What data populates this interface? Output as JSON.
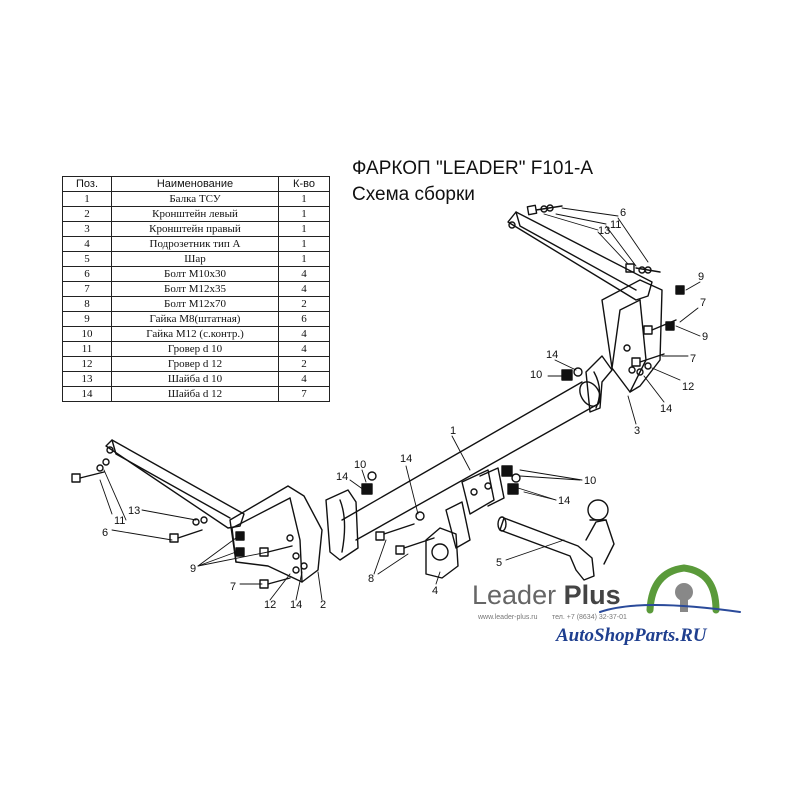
{
  "header": {
    "title": "ФАРКОП \"LEADER\" F101-A",
    "subtitle": "Схема сборки"
  },
  "parts_table": {
    "columns": [
      "Поз.",
      "Наименование",
      "К-во"
    ],
    "rows": [
      [
        "1",
        "Балка ТСУ",
        "1"
      ],
      [
        "2",
        "Кронштейн левый",
        "1"
      ],
      [
        "3",
        "Кронштейн правый",
        "1"
      ],
      [
        "4",
        "Подрозетник тип А",
        "1"
      ],
      [
        "5",
        "Шар",
        "1"
      ],
      [
        "6",
        "Болт М10х30",
        "4"
      ],
      [
        "7",
        "Болт М12х35",
        "4"
      ],
      [
        "8",
        "Болт М12х70",
        "2"
      ],
      [
        "9",
        "Гайка  М8(штатная)",
        "6"
      ],
      [
        "10",
        "Гайка М12 (с.контр.)",
        "4"
      ],
      [
        "11",
        "Гровер d 10",
        "4"
      ],
      [
        "12",
        "Гровер d 12",
        "2"
      ],
      [
        "13",
        "Шайба d 10",
        "4"
      ],
      [
        "14",
        "Шайба d 12",
        "7"
      ]
    ]
  },
  "callouts": {
    "c1": "1",
    "c2": "2",
    "c3": "3",
    "c4": "4",
    "c5": "5",
    "c6a": "6",
    "c6b": "6",
    "c7a": "7",
    "c7b": "7",
    "c7c": "7",
    "c8": "8",
    "c9a": "9",
    "c9b": "9",
    "c9c": "9",
    "c10a": "10",
    "c10b": "10",
    "c10c": "10",
    "c11a": "11",
    "c11b": "11",
    "c12a": "12",
    "c12b": "12",
    "c13a": "13",
    "c13b": "13",
    "c14a": "14",
    "c14b": "14",
    "c14c": "14",
    "c14d": "14",
    "c14e": "14",
    "c14f": "14"
  },
  "brand": {
    "name_light": "Leader ",
    "name_bold": "Plus",
    "site": "www.leader-plus.ru",
    "phone": "тел. +7 (8634) 32-37-01",
    "watermark": "AutoShopParts.RU"
  },
  "colors": {
    "line": "#111111",
    "brand_gray": "#666666",
    "logo_green": "#5a9a3a",
    "watermark_blue": "#1f3f8f"
  }
}
